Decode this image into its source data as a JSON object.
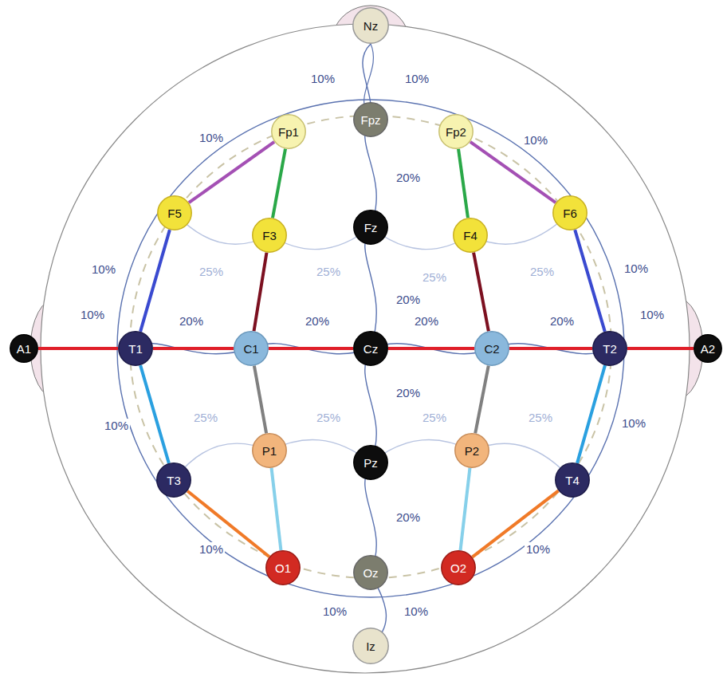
{
  "diagram": {
    "nodes": [
      {
        "text": [
          "Nz"
        ]
      },
      {
        "text": [
          "Fp1"
        ]
      },
      {
        "text": [
          "Fpz"
        ]
      },
      {
        "text": [
          "Fp2"
        ]
      },
      {
        "text": [
          "F5"
        ]
      },
      {
        "text": [
          "F3"
        ]
      },
      {
        "text": [
          "Fz"
        ]
      },
      {
        "text": [
          "F4"
        ]
      },
      {
        "text": [
          "F6"
        ]
      },
      {
        "text": [
          "A1"
        ]
      },
      {
        "text": [
          "T1"
        ]
      },
      {
        "text": [
          "C1"
        ]
      },
      {
        "text": [
          "Cz"
        ]
      },
      {
        "text": [
          "C2"
        ]
      },
      {
        "text": [
          "T2"
        ]
      },
      {
        "text": [
          "A2"
        ]
      },
      {
        "text": [
          "P1"
        ]
      },
      {
        "text": [
          "Pz"
        ]
      },
      {
        "text": [
          "P2"
        ]
      },
      {
        "text": [
          "T3"
        ]
      },
      {
        "text": [
          "T4"
        ]
      },
      {
        "text": [
          "O1"
        ]
      },
      {
        "text": [
          "Oz"
        ]
      },
      {
        "text": [
          "O2"
        ]
      },
      {
        "text": [
          "Iz"
        ]
      }
    ],
    "edges": [
      {
        "from": 1,
        "to": 4,
        "arrow": "none"
      },
      {
        "from": 4,
        "to": 10,
        "arrow": "none"
      },
      {
        "from": 10,
        "to": 19,
        "arrow": "none"
      },
      {
        "from": 19,
        "to": 21,
        "arrow": "none"
      },
      {
        "from": 1,
        "to": 5,
        "arrow": "none"
      },
      {
        "from": 5,
        "to": 11,
        "arrow": "none"
      },
      {
        "from": 11,
        "to": 16,
        "arrow": "none"
      },
      {
        "from": 16,
        "to": 21,
        "arrow": "none"
      },
      {
        "from": 3,
        "to": 7,
        "arrow": "none"
      },
      {
        "from": 7,
        "to": 13,
        "arrow": "none"
      },
      {
        "from": 13,
        "to": 18,
        "arrow": "none"
      },
      {
        "from": 18,
        "to": 23,
        "arrow": "none"
      },
      {
        "from": 3,
        "to": 8,
        "arrow": "none"
      },
      {
        "from": 8,
        "to": 14,
        "arrow": "none"
      },
      {
        "from": 14,
        "to": 20,
        "arrow": "none"
      },
      {
        "from": 20,
        "to": 23,
        "arrow": "none"
      },
      {
        "from": 9,
        "to": 10,
        "arrow": "none"
      },
      {
        "from": 10,
        "to": 11,
        "arrow": "none"
      },
      {
        "from": 11,
        "to": 12,
        "arrow": "none"
      },
      {
        "from": 12,
        "to": 13,
        "arrow": "none"
      },
      {
        "from": 13,
        "to": 14,
        "arrow": "none"
      },
      {
        "from": 14,
        "to": 15,
        "arrow": "none"
      }
    ],
    "labels": [
      "10%",
      "10%",
      "10%",
      "20%",
      "10%",
      "10%",
      "25%",
      "25%",
      "25%",
      "25%",
      "20%",
      "10%",
      "10%",
      "20%",
      "20%",
      "20%",
      "20%",
      "10%",
      "20%",
      "10%",
      "25%",
      "25%",
      "25%",
      "25%",
      "10%",
      "20%",
      "10%",
      "10%",
      "10%",
      "10%"
    ]
  }
}
